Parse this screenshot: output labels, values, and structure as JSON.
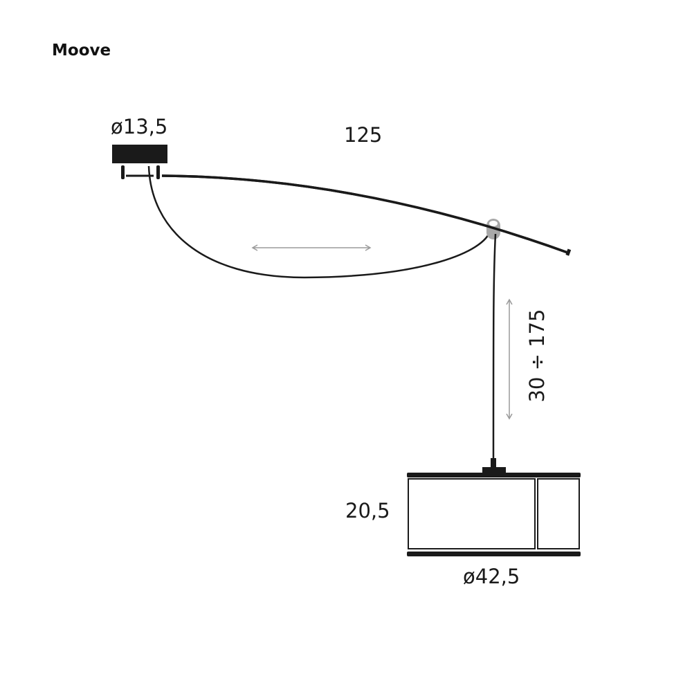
{
  "title": "Moove",
  "dimensions": {
    "canopy_diameter": "ø13,5",
    "arm_length": "125",
    "drop_range": "30 ÷ 175",
    "shade_height": "20,5",
    "shade_diameter": "ø42,5"
  },
  "colors": {
    "line": "#1a1a1a",
    "arrow": "#9a9a9a",
    "clip": "#a8a8a8"
  }
}
